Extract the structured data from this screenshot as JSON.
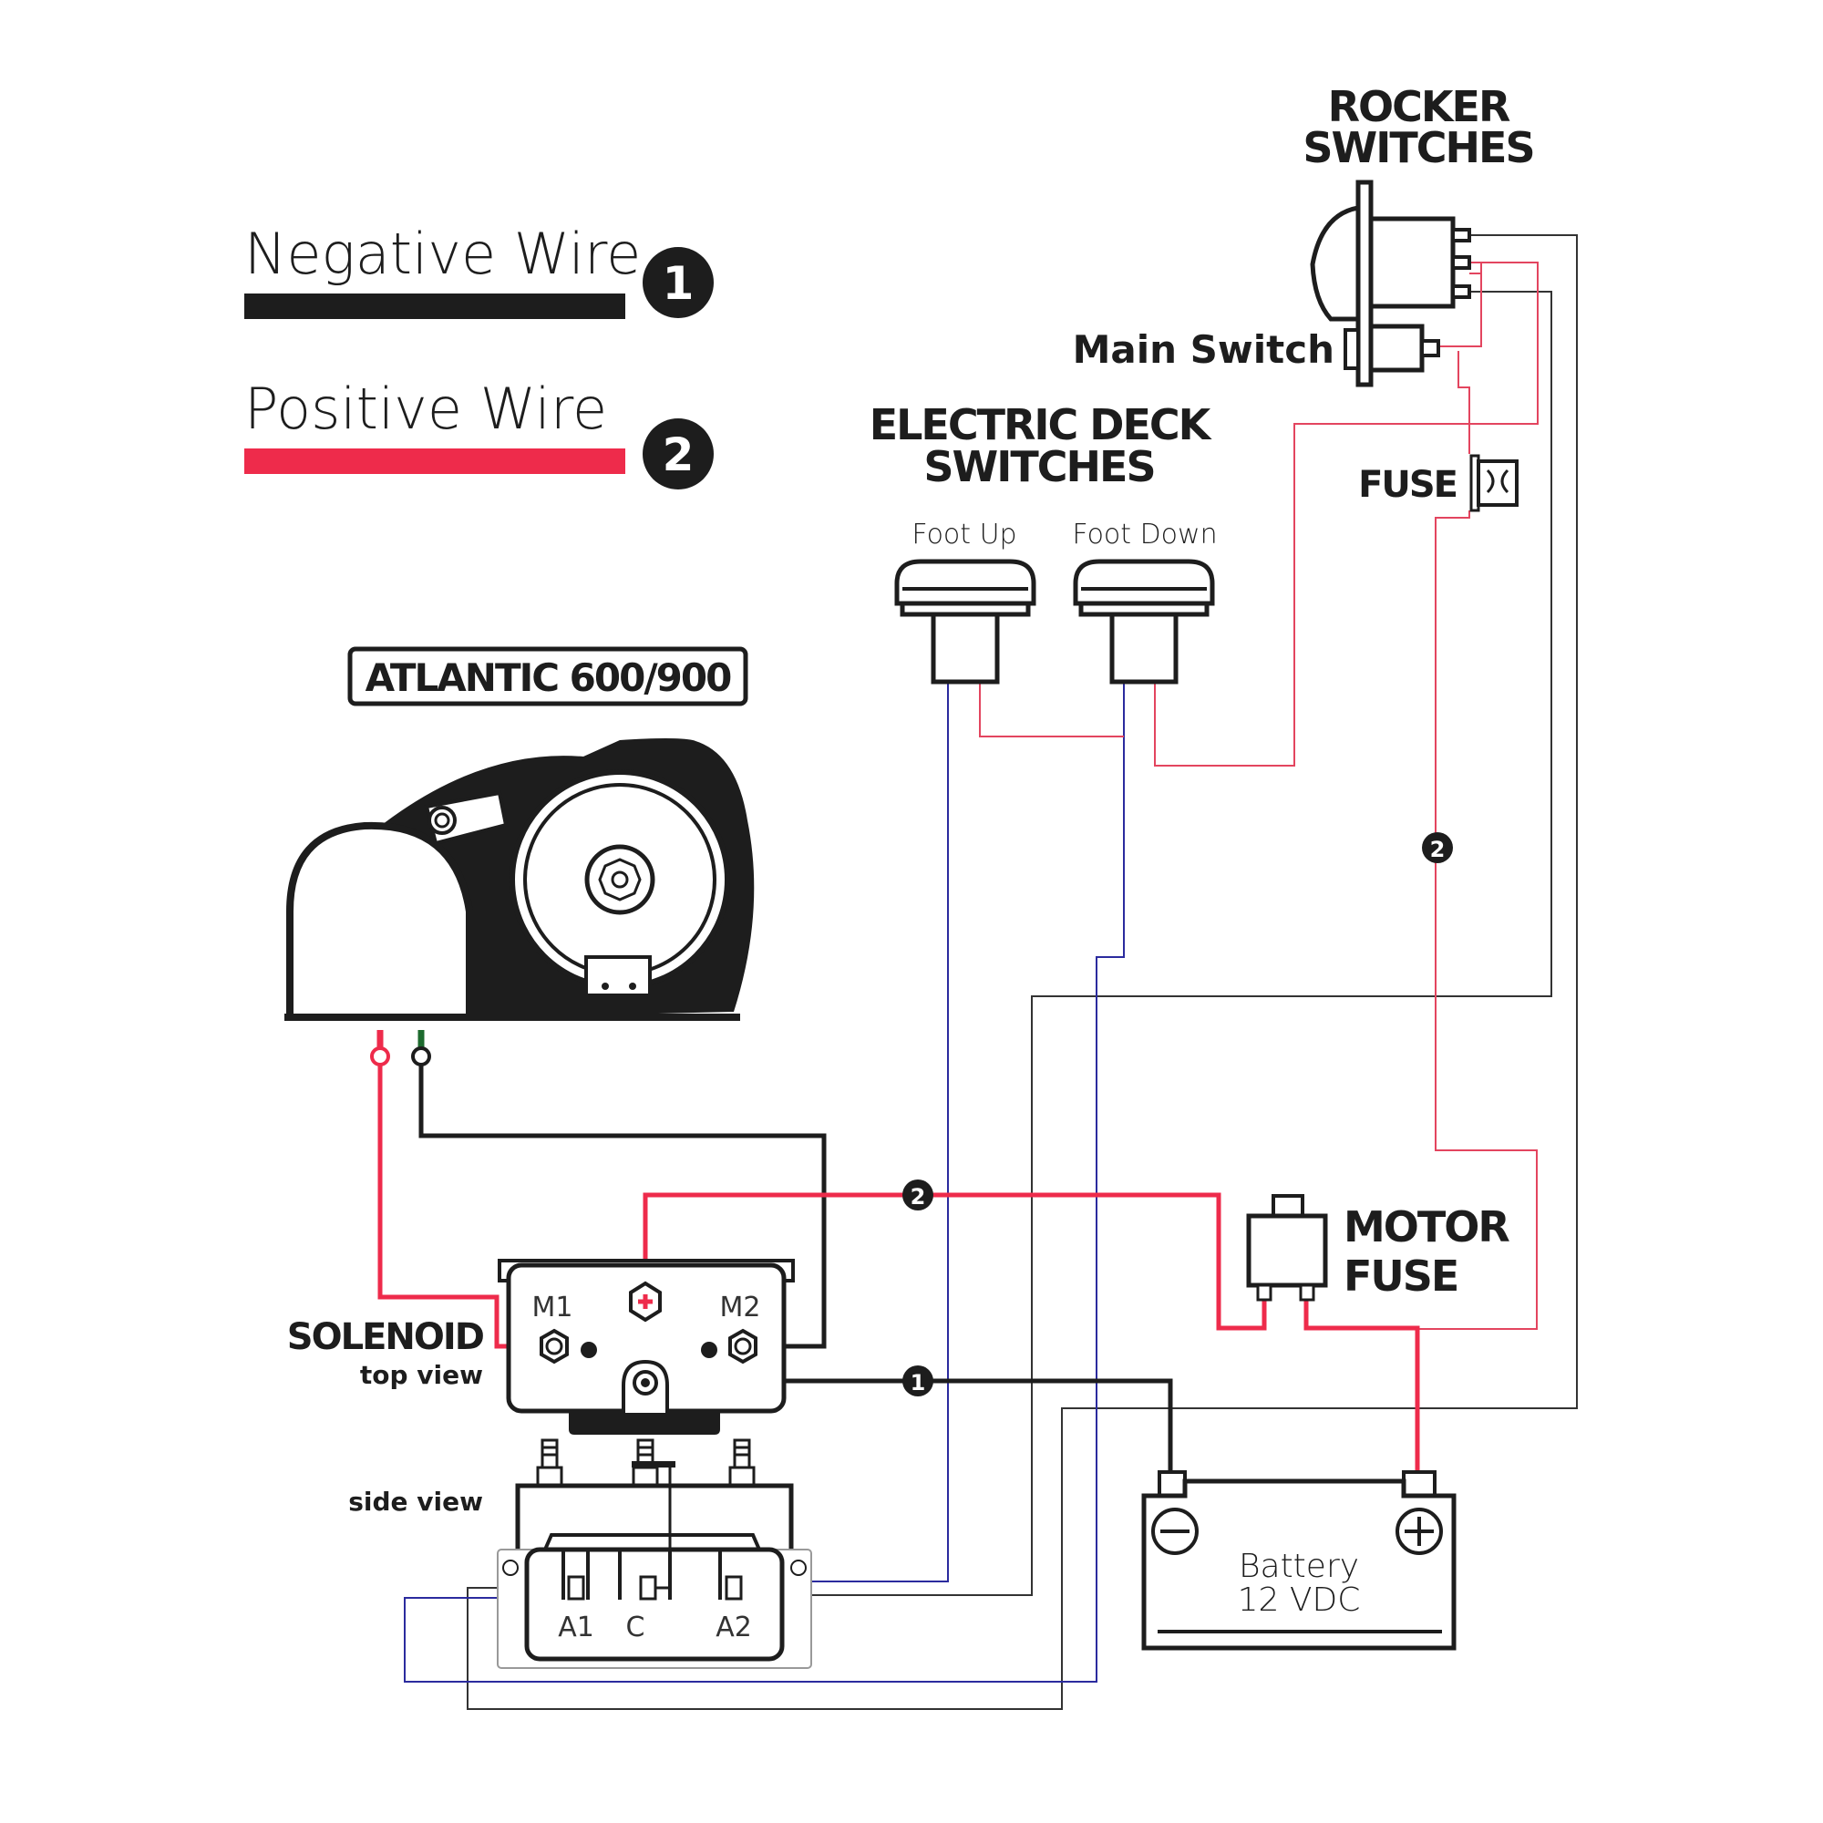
{
  "legend": {
    "negative_label": "Negative Wire",
    "negative_number": "1",
    "positive_label": "Positive Wire",
    "positive_number": "2"
  },
  "colors": {
    "negative": "#1d1d1d",
    "positive": "#ee2b4b",
    "signal_red": "#e3455f",
    "signal_blue": "#2b2b9e",
    "signal_black": "#333333"
  },
  "labels": {
    "rocker_switches_line1": "ROCKER",
    "rocker_switches_line2": "SWITCHES",
    "main_switch": "Main Switch",
    "deck_switches_line1": "ELECTRIC DECK",
    "deck_switches_line2": "SWITCHES",
    "foot_up": "Foot Up",
    "foot_down": "Foot Down",
    "fuse": "FUSE",
    "model": "ATLANTIC 600/900",
    "solenoid": "SOLENOID",
    "top_view": "top view",
    "side_view": "side view",
    "m1": "M1",
    "m2": "M2",
    "a1": "A1",
    "c": "C",
    "a2": "A2",
    "motor_fuse_line1": "MOTOR",
    "motor_fuse_line2": "FUSE",
    "battery_line1": "Battery",
    "battery_line2": "12 VDC"
  },
  "wire_markers": {
    "positive_main": "2",
    "negative_main": "1",
    "positive_control": "2"
  }
}
